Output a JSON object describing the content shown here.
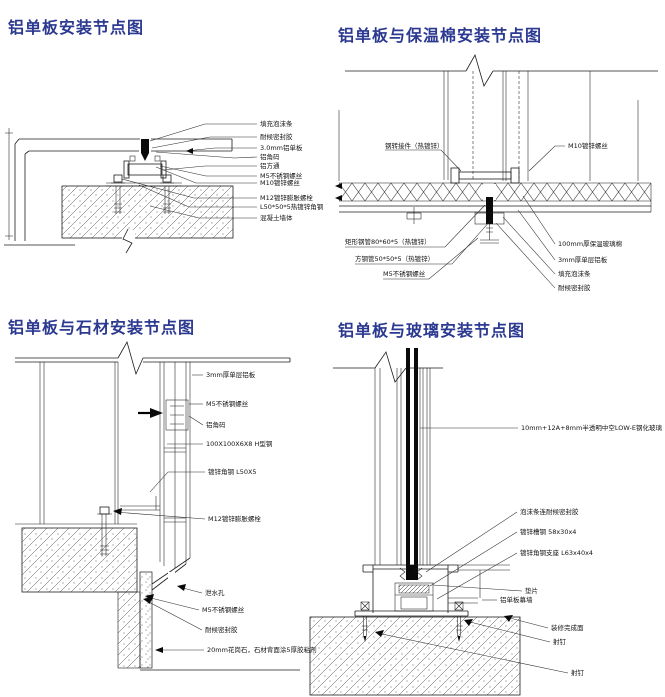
{
  "page": {
    "background": "#ffffff",
    "title_color": "#2b3990"
  },
  "diagrams": {
    "d1": {
      "title": "铝单板安装节点图",
      "labels": [
        "填充泡沫条",
        "耐候密封胶",
        "3.0mm铝单板",
        "铝角码",
        "铝方通",
        "M5不锈钢螺丝",
        "M10镀锌螺丝",
        "M12镀锌膨胀螺栓",
        "L50*50*5热镀锌角钢",
        "混凝土墙体"
      ]
    },
    "d2": {
      "title": "铝单板与保温棉安装节点图",
      "labels": {
        "adapter": "钢转接件（热镀锌）",
        "m10": "M10镀锌螺丝",
        "rect_tube": "矩形钢管80*60*5（热镀锌）",
        "sq_tube": "方钢管50*50*5（热镀锌）",
        "m5": "M5不锈钢螺丝",
        "wool": "100mm厚保温玻璃棉",
        "panel": "3mm厚单层铝板",
        "foam": "填充泡沫条",
        "sealant": "耐候密封胶"
      }
    },
    "d3": {
      "title": "铝单板与石材安装节点图",
      "labels": [
        "3mm厚单层铝板",
        "M5不锈钢螺丝",
        "铝角码",
        "100X100X6X8 H型钢",
        "镀锌角钢 L50X5",
        "M12镀锌膨胀螺栓",
        "泄水孔",
        "M5不锈钢螺丝",
        "耐候密封胶",
        "20mm花岗石，石材背面涂5厚胶粘剂"
      ]
    },
    "d4": {
      "title": "铝单板与玻璃安装节点图",
      "labels": [
        "10mm+12A+8mm半透明中空LOW-E钢化玻璃",
        "泡沫条连耐候密封胶",
        "镀锌槽钢 58x30x4",
        "镀锌角钢支座 L63x40x4",
        "垫片",
        "铝单板幕墙",
        "装修完成面",
        "射钉",
        "射钉"
      ]
    }
  }
}
